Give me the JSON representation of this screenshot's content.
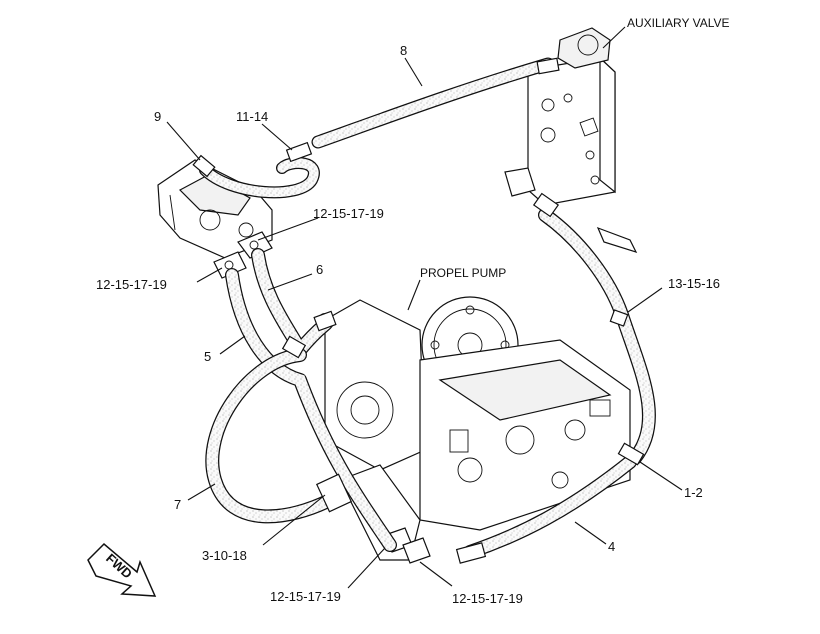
{
  "labels": {
    "auxiliary_valve": "AUXILIARY VALVE",
    "propel_pump": "PROPEL PUMP",
    "fwd": "FWD",
    "c8": "8",
    "c9": "9",
    "c11_14": "11-14",
    "c12_top_right": "12-15-17-19",
    "c12_left": "12-15-17-19",
    "c6": "6",
    "c5": "5",
    "c13_15_16": "13-15-16",
    "c7": "7",
    "c3_10_18": "3-10-18",
    "c1_2": "1-2",
    "c4": "4",
    "c12_bottom_left": "12-15-17-19",
    "c12_bottom_right": "12-15-17-19"
  }
}
